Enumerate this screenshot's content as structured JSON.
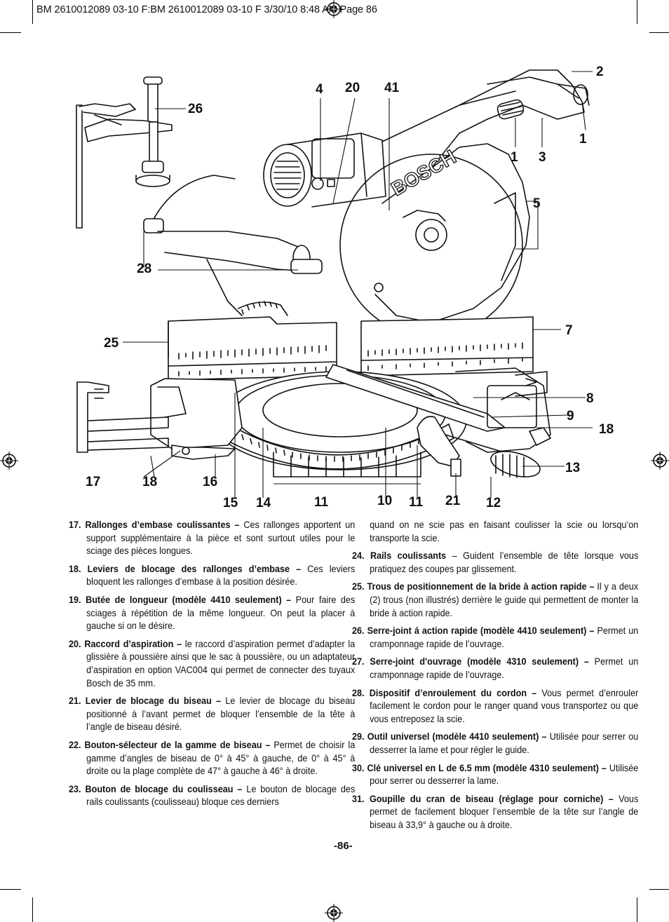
{
  "slug_line": "BM 2610012089 03-10 F:BM 2610012089 03-10 F  3/30/10  8:48 AM  Page 86",
  "figure_callouts": {
    "c2": "2",
    "c1a": "1",
    "c1b": "1",
    "c3": "3",
    "c4": "4",
    "c20": "20",
    "c41": "41",
    "c26": "26",
    "c5": "5",
    "c28": "28",
    "c25": "25",
    "c7": "7",
    "c8": "8",
    "c9": "9",
    "c18a": "18",
    "c13": "13",
    "c17": "17",
    "c18b": "18",
    "c16": "16",
    "c15": "15",
    "c14": "14",
    "c11a": "11",
    "c10": "10",
    "c11b": "11",
    "c21": "21",
    "c12": "12"
  },
  "brand_on_blade": "BOSCH",
  "left_column": [
    {
      "num": "17.",
      "title": "Rallonges d’embase coulissantes –",
      "text": " Ces rallonges apportent un support supplémentaire à la pièce et sont surtout utiles pour le sciage des pièces longues."
    },
    {
      "num": "18.",
      "title": "Leviers de blocage des rallonges d’embase –",
      "text": " Ces leviers bloquent les rallonges d’embase à la position désirée."
    },
    {
      "num": "19.",
      "title": "Butée de longueur (modèle 4410 seulement) –",
      "text": " Pour faire des sciages à répétition de la même longueur.  On peut la placer à gauche si on le désire."
    },
    {
      "num": "20.",
      "title": "Raccord d’aspiration –",
      "text": " le raccord d’aspiration permet d’adapter la glissière à poussière ainsi que le sac à poussière, ou un adaptateur d’aspiration en option VAC004 qui permet de connecter des tuyaux Bosch de 35 mm."
    },
    {
      "num": "21.",
      "title": "Levier de blocage du biseau –",
      "text": " Le levier de blocage du biseau positionné à l’avant permet de bloquer l’ensemble de la tête à l’angle de biseau désiré."
    },
    {
      "num": "22.",
      "title": "Bouton-sélecteur de la gamme de biseau –",
      "text": " Permet de choisir la gamme d’angles de biseau de 0° à 45° à gauche, de 0° à 45° à droite ou la plage complète de 47° à gauche à 46° à droite."
    },
    {
      "num": "23.",
      "title": "Bouton de blocage du coulisseau –",
      "text": " Le bouton de blocage des rails coulissants (coulisseau) bloque ces derniers"
    }
  ],
  "right_column_continuation": "quand on ne scie pas en faisant coulisser la scie ou lorsqu’on transporte la scie.",
  "right_column": [
    {
      "num": "24.",
      "title": "Rails coulissants",
      "text": " – Guident l’ensemble de tête lorsque vous pratiquez des coupes par glissement."
    },
    {
      "num": "25.",
      "title": "Trous de positionnement de la bride à action rapide –",
      "text": " Il y a deux (2) trous (non illustrés) derrière le guide qui permettent de monter la bride à action rapide."
    },
    {
      "num": "26.",
      "title": "Serre-joint á action rapide (modèle 4410 seulement) –",
      "text": " Permet un cramponnage rapide de l’ouvrage."
    },
    {
      "num": "27.",
      "title": "Serre-joint d'ouvrage (modèle 4310 seulement) –",
      "text": " Permet un cramponnage rapide de l’ouvrage."
    },
    {
      "num": "28.",
      "title": "Dispositif d’enroulement du cordon –",
      "text": " Vous permet d’enrouler facilement le cordon pour le ranger quand vous transportez ou que vous entreposez la scie."
    },
    {
      "num": "29.",
      "title": "Outil universel (modèle 4410 seulement) –",
      "text": " Utilisée pour serrer ou desserrer la lame et pour régler le guide."
    },
    {
      "num": "30.",
      "title": "Clé universel en L de 6.5 mm (modèle 4310 seulement) –",
      "text": " Utilisée pour serrer ou desserrer la lame."
    },
    {
      "num": "31.",
      "title": "Goupille du cran de biseau (réglage pour corniche) –",
      "text": " Vous permet de facilement bloquer l’ensemble de la tête sur l’angle de biseau à 33,9° à gauche ou à droite."
    }
  ],
  "page_number": "-86-"
}
